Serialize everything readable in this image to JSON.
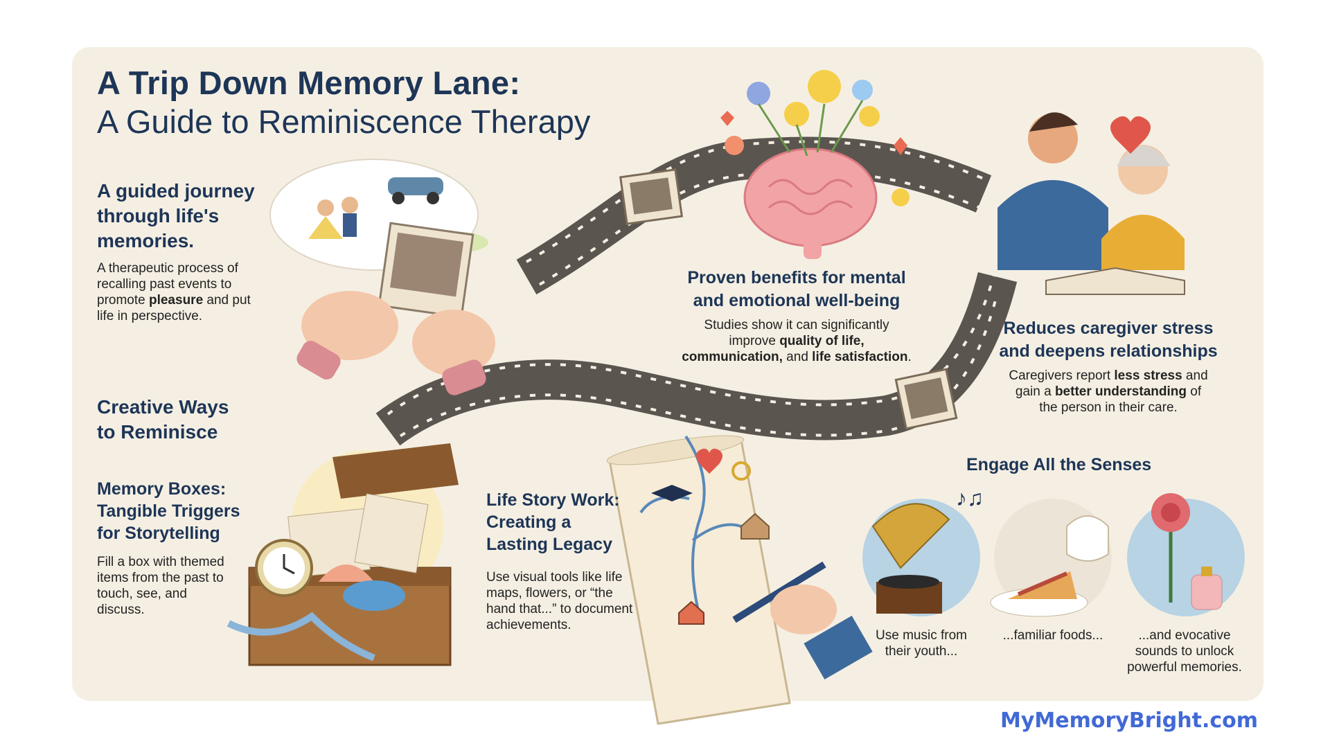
{
  "title": {
    "line1": "A Trip Down Memory Lane:",
    "line2": "A Guide to Reminiscence Therapy"
  },
  "journey": {
    "heading": "A guided journey through life's memories.",
    "body_parts": [
      "A therapeutic process of recalling past events to promote ",
      "pleasure",
      " and put life in perspective."
    ]
  },
  "benefits": {
    "heading": "Proven benefits for mental and emotional well-being",
    "body_parts": [
      "Studies show it can significantly improve ",
      "quality of life, communication,",
      " and ",
      "life satisfaction",
      "."
    ]
  },
  "caregiver": {
    "heading": "Reduces caregiver stress and deepens relationships",
    "body_parts": [
      "Caregivers report ",
      "less stress",
      " and gain a ",
      "better understanding",
      " of the person in their care."
    ]
  },
  "creative": {
    "heading": "Creative Ways to Reminisce"
  },
  "memory_boxes": {
    "heading": "Memory Boxes: Tangible Triggers for Storytelling",
    "body": "Fill a box with themed items from the past to touch, see, and discuss."
  },
  "life_story": {
    "heading": "Life Story Work: Creating a Lasting Legacy",
    "body": "Use visual tools like life maps, flowers, or “the hand that...” to document achievements."
  },
  "senses": {
    "heading": "Engage All the Senses",
    "items": [
      {
        "caption": "Use music from their youth...",
        "icon": "gramophone-icon"
      },
      {
        "caption": "...familiar foods...",
        "icon": "pie-teapot-icon"
      },
      {
        "caption": "...and evocative sounds to unlock powerful memories.",
        "icon": "rose-perfume-icon"
      }
    ]
  },
  "footer": {
    "url": "MyMemoryBright.com"
  },
  "colors": {
    "title": "#1d3557",
    "card": "#f5efe3",
    "url": "#4169d6",
    "accent_sepia": "#6b5a48"
  }
}
